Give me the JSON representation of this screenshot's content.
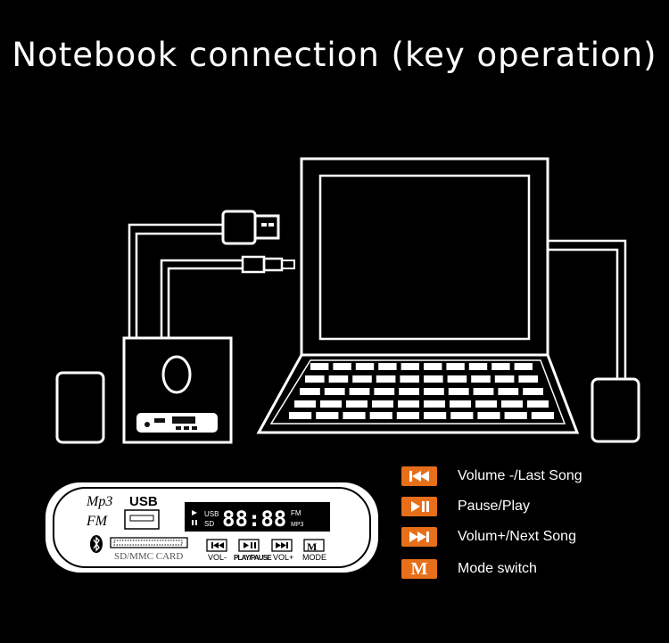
{
  "title": "Notebook connection (key operation)",
  "panel": {
    "logo_line1": "Mp3",
    "logo_line2": "FM",
    "usb_label": "USB",
    "card_label": "SD/MMC CARD",
    "display_digits": "88:88",
    "display_usb": "USB",
    "display_sd": "SD",
    "display_fm": "FM",
    "display_mp3": "MP3",
    "btn_vol_minus": "VOL-",
    "btn_playpause": "PLAY/PAUSE",
    "btn_vol_plus": "VOL+",
    "btn_mode": "MODE",
    "btn_mode_glyph": "M"
  },
  "legend": [
    {
      "icon": "previous-track-icon",
      "label": "Volume -/Last Song"
    },
    {
      "icon": "play-pause-icon",
      "label": "Pause/Play"
    },
    {
      "icon": "next-track-icon",
      "label": "Volum+/Next Song"
    },
    {
      "icon": "mode-m-icon",
      "glyph": "M",
      "label": "Mode switch"
    }
  ],
  "colors": {
    "background": "#000000",
    "line": "#ffffff",
    "accent": "#e86f1a"
  }
}
